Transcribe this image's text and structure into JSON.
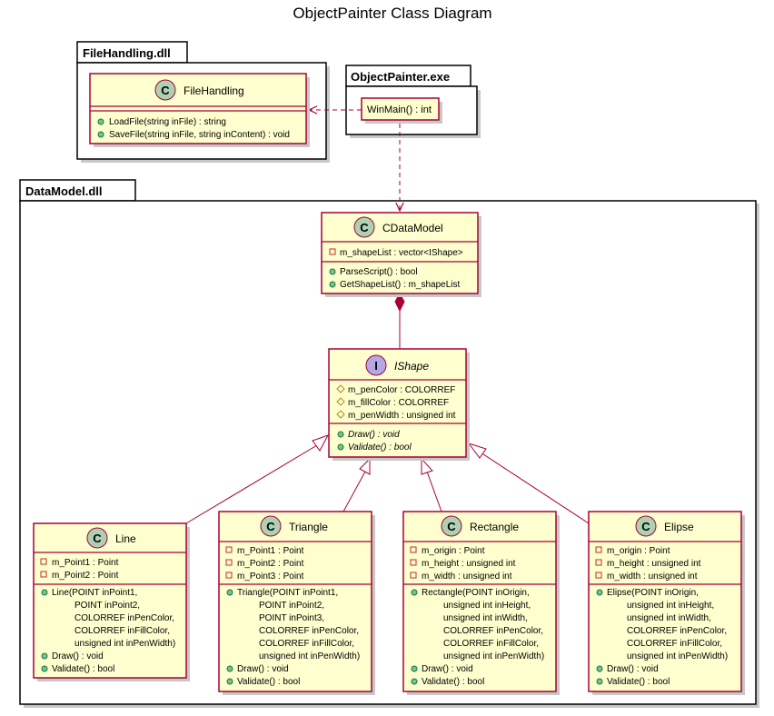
{
  "title": "ObjectPainter Class Diagram",
  "packages": {
    "filehandling": {
      "label": "FileHandling.dll"
    },
    "objectpainter": {
      "label": "ObjectPainter.exe"
    },
    "datamodel": {
      "label": "DataModel.dll"
    }
  },
  "classes": {
    "filehandling": {
      "name": "FileHandling",
      "stereotype": "C",
      "methods": [
        "LoadFile(string inFile) : string",
        "SaveFile(string inFile, string inContent) : void"
      ]
    },
    "winmain": {
      "name": "WinMain() : int"
    },
    "cdatamodel": {
      "name": "CDataModel",
      "stereotype": "C",
      "fields": [
        "m_shapeList : vector<IShape>"
      ],
      "methods": [
        "ParseScript() : bool",
        "GetShapeList() : m_shapeList"
      ]
    },
    "ishape": {
      "name": "IShape",
      "stereotype": "I",
      "fields": [
        "m_penColor : COLORREF",
        "m_fillColor : COLORREF",
        "m_penWidth : unsigned int"
      ],
      "methods": [
        "Draw() : void",
        "Validate() : bool"
      ]
    },
    "line": {
      "name": "Line",
      "stereotype": "C",
      "fields": [
        "m_Point1 : Point",
        "m_Point2 : Point"
      ],
      "methods": [
        "Line(POINT inPoint1,",
        "POINT inPoint2,",
        "COLORREF inPenColor,",
        "COLORREF inFillColor,",
        "unsigned int inPenWidth)",
        "Draw() : void",
        "Validate() : bool"
      ]
    },
    "triangle": {
      "name": "Triangle",
      "stereotype": "C",
      "fields": [
        "m_Point1 : Point",
        "m_Point2 : Point",
        "m_Point3 : Point"
      ],
      "methods": [
        "Triangle(POINT inPoint1,",
        "POINT inPoint2,",
        "POINT inPoint3,",
        "COLORREF inPenColor,",
        "COLORREF inFillColor,",
        "unsigned int inPenWidth)",
        "Draw() : void",
        "Validate() : bool"
      ]
    },
    "rectangle": {
      "name": "Rectangle",
      "stereotype": "C",
      "fields": [
        "m_origin : Point",
        "m_height : unsigned int",
        "m_width : unsigned int"
      ],
      "methods": [
        "Rectangle(POINT inOrigin,",
        "unsigned int inHeight,",
        "unsigned int inWidth,",
        "COLORREF inPenColor,",
        "COLORREF inFillColor,",
        "unsigned int inPenWidth)",
        "Draw() : void",
        "Validate() : bool"
      ]
    },
    "elipse": {
      "name": "Elipse",
      "stereotype": "C",
      "fields": [
        "m_origin : Point",
        "m_height : unsigned int",
        "m_width : unsigned int"
      ],
      "methods": [
        "Elipse(POINT inOrigin,",
        "unsigned int inHeight,",
        "unsigned int inWidth,",
        "COLORREF inPenColor,",
        "COLORREF inFillColor,",
        "unsigned int inPenWidth)",
        "Draw() : void",
        "Validate() : bool"
      ]
    }
  },
  "colors": {
    "class_fill": "#FEFECE",
    "border": "#A80036",
    "class_stereo": "#ADD1B2",
    "interface_stereo": "#B4A7E5"
  }
}
